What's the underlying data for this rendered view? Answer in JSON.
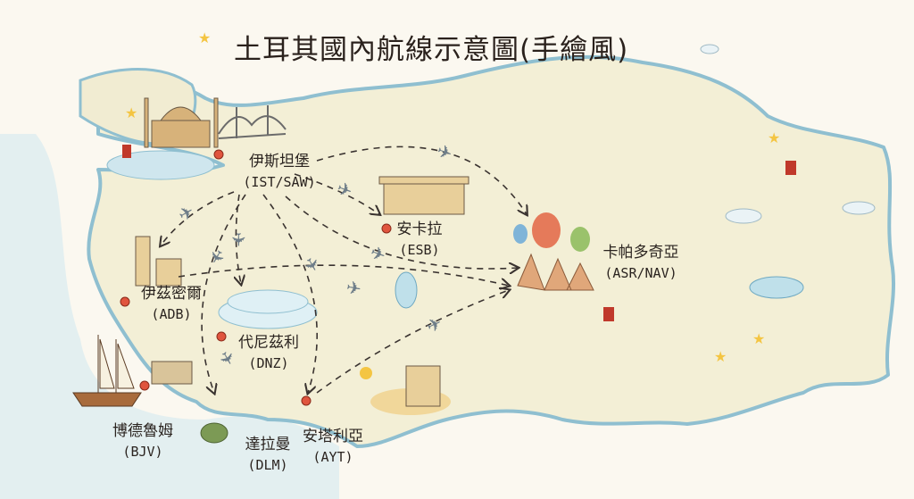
{
  "title": "土耳其國內航線示意圖(手繪風)",
  "colors": {
    "land": "#f3efd6",
    "sea": "#cfe6ee",
    "coast": "#8fbfd0",
    "route": "#3a3330",
    "city_dot": "#e0553e"
  },
  "cities": [
    {
      "name": "伊斯坦堡",
      "code": "(IST/SAW)"
    },
    {
      "name": "安卡拉",
      "code": "(ESB)"
    },
    {
      "name": "卡帕多奇亞",
      "code": "(ASR/NAV)"
    },
    {
      "name": "伊茲密爾",
      "code": "(ADB)"
    },
    {
      "name": "代尼茲利",
      "code": "(DNZ)"
    },
    {
      "name": "博德魯姆",
      "code": "(BJV)"
    },
    {
      "name": "達拉曼",
      "code": "(DLM)"
    },
    {
      "name": "安塔利亞",
      "code": "(AYT)"
    }
  ]
}
